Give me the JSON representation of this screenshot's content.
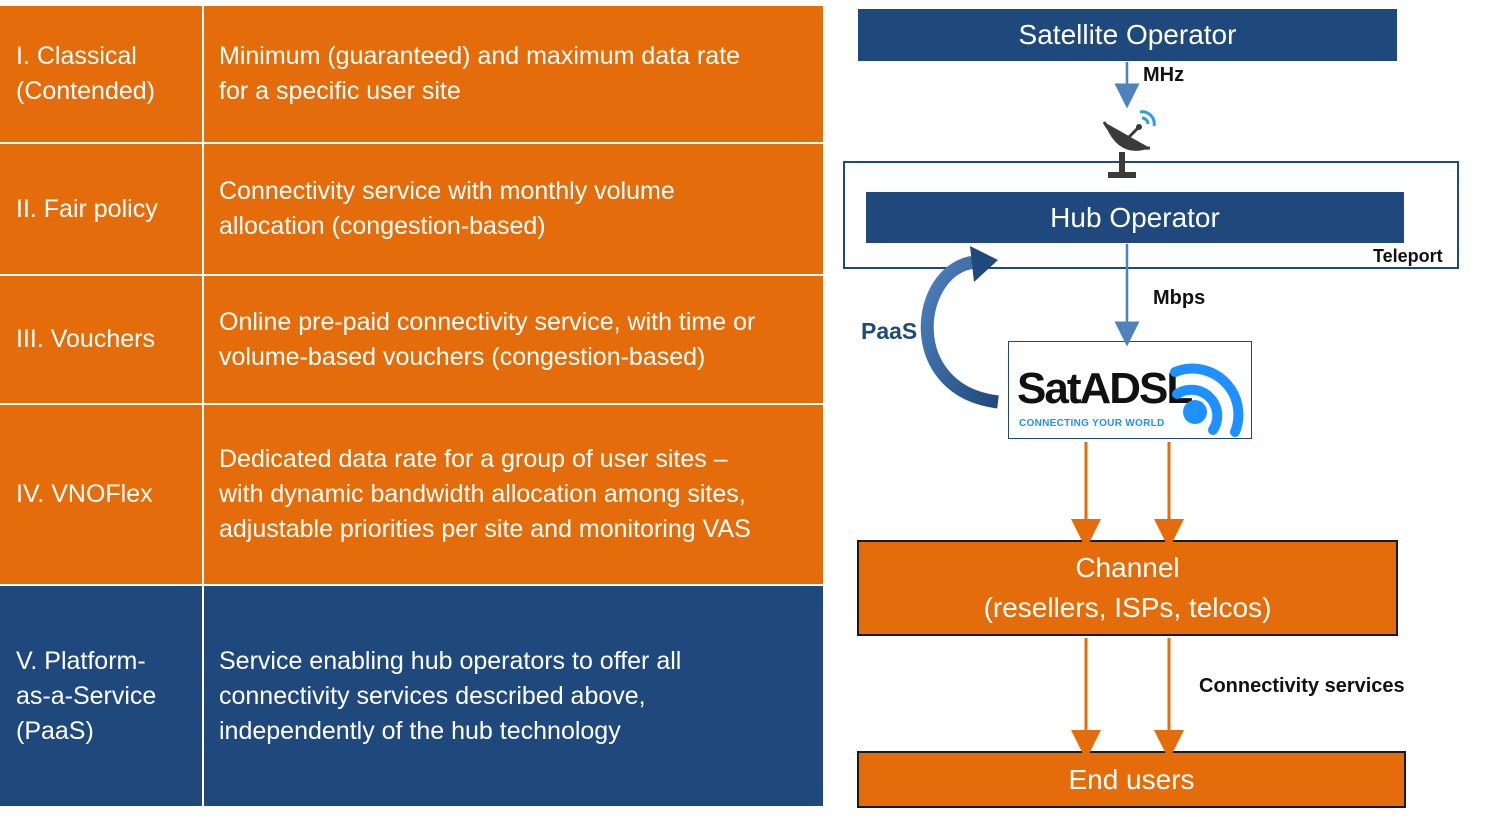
{
  "service_tiers": [
    {
      "name": "I. Classical\n(Contended)",
      "description": "Minimum (guaranteed) and maximum data rate\nfor a specific user site"
    },
    {
      "name": "II. Fair policy",
      "description": "Connectivity service with monthly volume\nallocation (congestion-based)"
    },
    {
      "name": "III. Vouchers",
      "description": "Online pre-paid connectivity service, with time or\nvolume-based vouchers (congestion-based)"
    },
    {
      "name": "IV. VNOFlex",
      "description": "Dedicated data rate for a group of user sites –\nwith dynamic bandwidth allocation among sites,\nadjustable priorities per site and monitoring VAS"
    },
    {
      "name": "V. Platform-\nas-a-Service\n(PaaS)",
      "description": "Service enabling hub operators to offer all\nconnectivity services described above,\nindependently of the hub technology"
    }
  ],
  "diagram": {
    "satellite_operator": "Satellite Operator",
    "hub_operator": "Hub Operator",
    "teleport_label": "Teleport",
    "mhz_label": "MHz",
    "mbps_label": "Mbps",
    "paas_label": "PaaS",
    "logo_text": "SatADSL",
    "logo_tagline": "CONNECTING YOUR WORLD",
    "channel": "Channel\n(resellers, ISPs, telcos)",
    "connectivity_services_label": "Connectivity services",
    "end_users": "End users"
  },
  "colors": {
    "orange": "#E46C0A",
    "navy": "#1F497D",
    "arrow_blue": "#4F81BD",
    "logo_blue": "#1E90FF"
  }
}
